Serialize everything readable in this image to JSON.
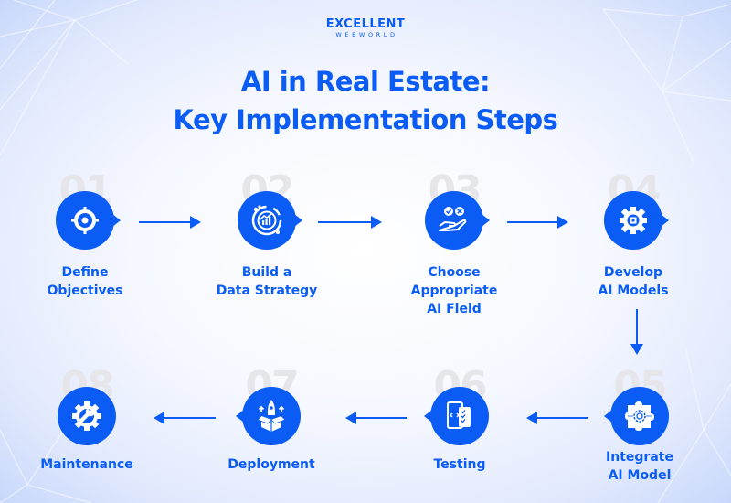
{
  "brand": {
    "line1": "EXCELLENT",
    "line2": "WEBWORLD",
    "color": "#0a5cf5"
  },
  "title": {
    "line1": "AI in Real Estate:",
    "line2": "Key Implementation Steps"
  },
  "steps": [
    {
      "number": "01",
      "label_lines": [
        "Define",
        "Objectives"
      ],
      "icon": "target-icon"
    },
    {
      "number": "02",
      "label_lines": [
        "Build a",
        "Data Strategy"
      ],
      "icon": "data-chart-icon"
    },
    {
      "number": "03",
      "label_lines": [
        "Choose",
        "Appropriate",
        "AI Field"
      ],
      "icon": "hand-choice-icon"
    },
    {
      "number": "04",
      "label_lines": [
        "Develop",
        "AI Models"
      ],
      "icon": "gear-chip-icon"
    },
    {
      "number": "05",
      "label_lines": [
        "Integrate",
        "AI Model"
      ],
      "icon": "puzzle-gear-icon"
    },
    {
      "number": "06",
      "label_lines": [
        "Testing"
      ],
      "icon": "mobile-testing-icon"
    },
    {
      "number": "07",
      "label_lines": [
        "Deployment"
      ],
      "icon": "rocket-box-icon"
    },
    {
      "number": "08",
      "label_lines": [
        "Maintenance"
      ],
      "icon": "gear-wrench-icon"
    }
  ],
  "colors": {
    "accent": "#0a5cf5",
    "step_number": "#e6e6ea",
    "background_edge": "#c8d8fb"
  }
}
